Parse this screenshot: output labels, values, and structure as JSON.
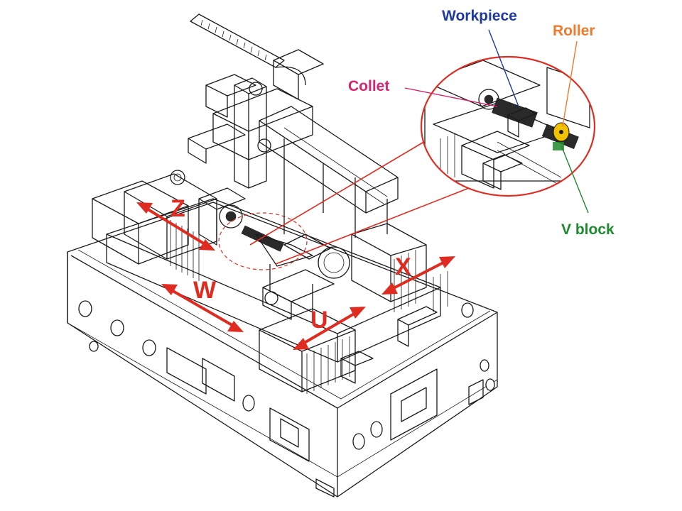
{
  "labels": {
    "workpiece": "Workpiece",
    "roller": "Roller",
    "collet": "Collet",
    "v_block": "V block"
  },
  "axes": {
    "z": "Z",
    "w": "W",
    "u": "U",
    "x": "X"
  },
  "colors": {
    "axis_arrow": "#e02b20",
    "callout_circle": "#e02b20",
    "workpiece": "#1f3a9e",
    "roller": "#f07a2c",
    "collet": "#d6246e",
    "v_block": "#1e8a2e",
    "roller_fill": "#f2c200"
  }
}
